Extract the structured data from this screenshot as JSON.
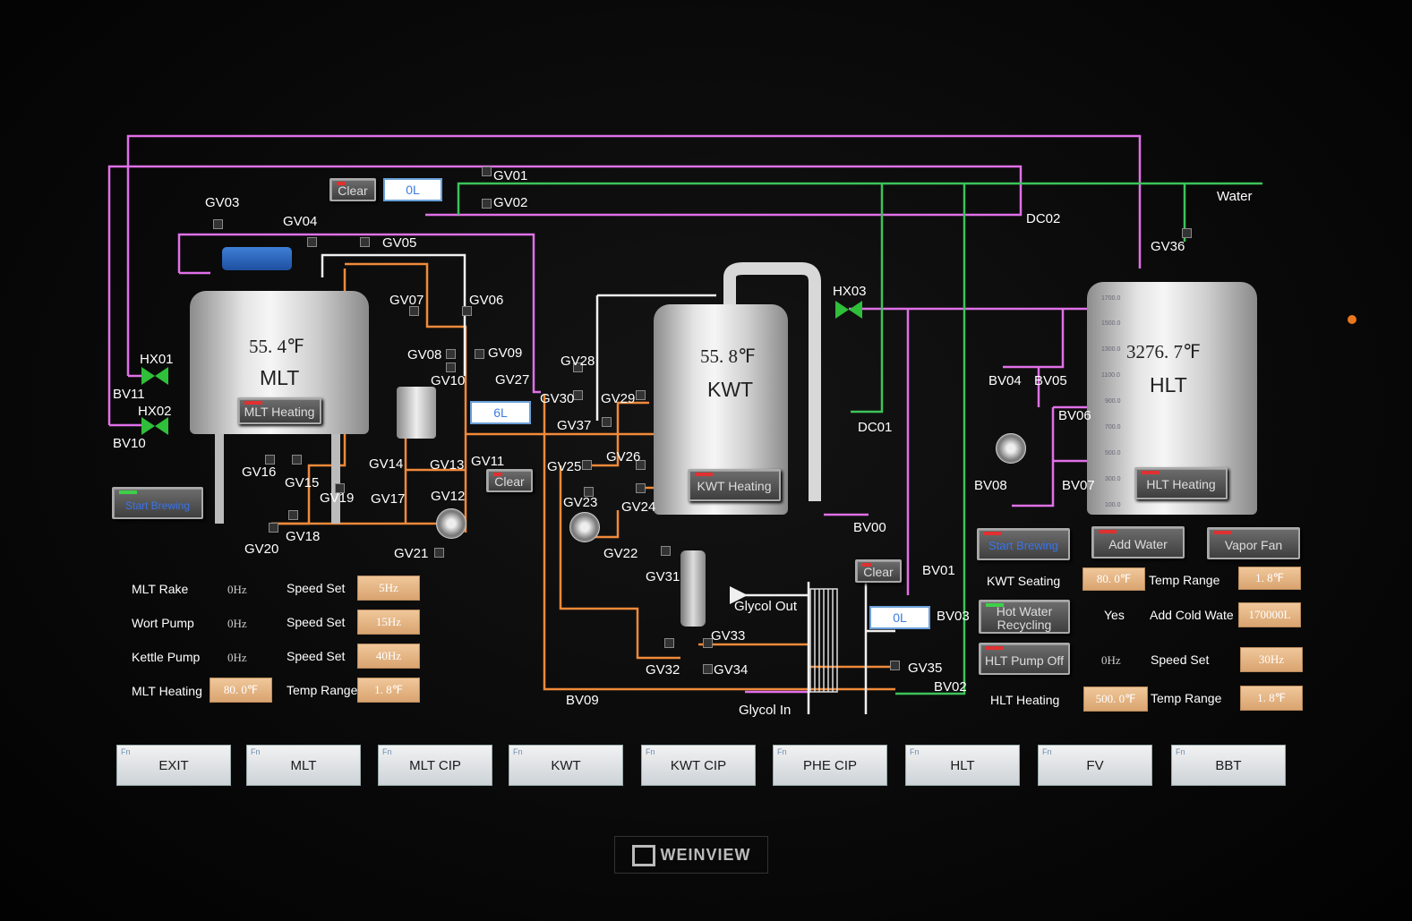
{
  "water_label": "Water",
  "glycol_out": "Glycol Out",
  "glycol_in": "Glycol In",
  "mlt": {
    "temp": "55. 4℉",
    "name": "MLT",
    "heating_btn": "MLT Heating"
  },
  "kwt": {
    "temp": "55. 8℉",
    "name": "KWT",
    "heating_btn": "KWT Heating"
  },
  "hlt": {
    "temp": "3276. 7℉",
    "name": "HLT",
    "heating_btn": "HLT Heating",
    "gauge_ticks": [
      "1700.0",
      "1500.0",
      "1300.0",
      "1100.0",
      "900.0",
      "700.0",
      "500.0",
      "300.0",
      "100.0"
    ]
  },
  "clear_btn": "Clear",
  "readouts": {
    "top": "0L",
    "mid": "6L",
    "phe": "0L"
  },
  "start_brewing_left": "Start Brewing",
  "valves": [
    "GV01",
    "GV02",
    "GV03",
    "GV04",
    "GV05",
    "GV06",
    "GV07",
    "GV08",
    "GV09",
    "GV10",
    "GV11",
    "GV12",
    "GV13",
    "GV14",
    "GV15",
    "GV16",
    "GV17",
    "GV18",
    "GV19",
    "GV20",
    "GV21",
    "GV22",
    "GV23",
    "GV24",
    "GV25",
    "GV26",
    "GV27",
    "GV28",
    "GV29",
    "GV30",
    "GV31",
    "GV32",
    "GV33",
    "GV34",
    "GV35",
    "GV36",
    "GV37"
  ],
  "hx": [
    "HX01",
    "HX02",
    "HX03"
  ],
  "bv": [
    "BV00",
    "BV01",
    "BV02",
    "BV03",
    "BV04",
    "BV05",
    "BV06",
    "BV07",
    "BV08",
    "BV09",
    "BV10",
    "BV11"
  ],
  "dc": [
    "DC01",
    "DC02"
  ],
  "left_panel": {
    "rows": [
      {
        "label": "MLT Rake",
        "hz": "0Hz",
        "set_label": "Speed Set",
        "set": "5Hz"
      },
      {
        "label": "Wort Pump",
        "hz": "0Hz",
        "set_label": "Speed Set",
        "set": "15Hz"
      },
      {
        "label": "Kettle Pump",
        "hz": "0Hz",
        "set_label": "Speed Set",
        "set": "40Hz"
      }
    ],
    "heating_label": "MLT Heating",
    "heating_val": "80. 0℉",
    "range_label": "Temp Range",
    "range_val": "1. 8℉"
  },
  "right_panel": {
    "start_brewing": "Start Brewing",
    "add_water": "Add Water",
    "vapor_fan": "Vapor Fan",
    "kwt_seating": "KWT Seating",
    "kwt_seating_val": "80. 0℉",
    "temp_range": "Temp Range",
    "temp_range_val": "1. 8℉",
    "hot_water": "Hot Water Recycling",
    "yes": "Yes",
    "add_cold": "Add Cold Wate",
    "add_cold_val": "170000L",
    "hlt_pump": "HLT Pump Off",
    "pump_hz": "0Hz",
    "speed_set": "Speed Set",
    "speed_set_val": "30Hz",
    "hlt_heating": "HLT Heating",
    "hlt_heating_val": "500. 0℉",
    "temp_range2": "Temp Range",
    "temp_range2_val": "1. 8℉"
  },
  "nav": [
    {
      "fn": "Fn",
      "label": "EXIT"
    },
    {
      "fn": "Fn",
      "label": "MLT"
    },
    {
      "fn": "Fn",
      "label": "MLT CIP"
    },
    {
      "fn": "Fn",
      "label": "KWT"
    },
    {
      "fn": "Fn",
      "label": "KWT CIP"
    },
    {
      "fn": "Fn",
      "label": "PHE CIP"
    },
    {
      "fn": "Fn",
      "label": "HLT"
    },
    {
      "fn": "Fn",
      "label": "FV"
    },
    {
      "fn": "Fn",
      "label": "BBT"
    }
  ],
  "brand": "WEINVIEW",
  "colors": {
    "pink": "#e070e8",
    "green": "#3cc45a",
    "orange": "#f08a3a",
    "white": "#f2f2f2"
  }
}
